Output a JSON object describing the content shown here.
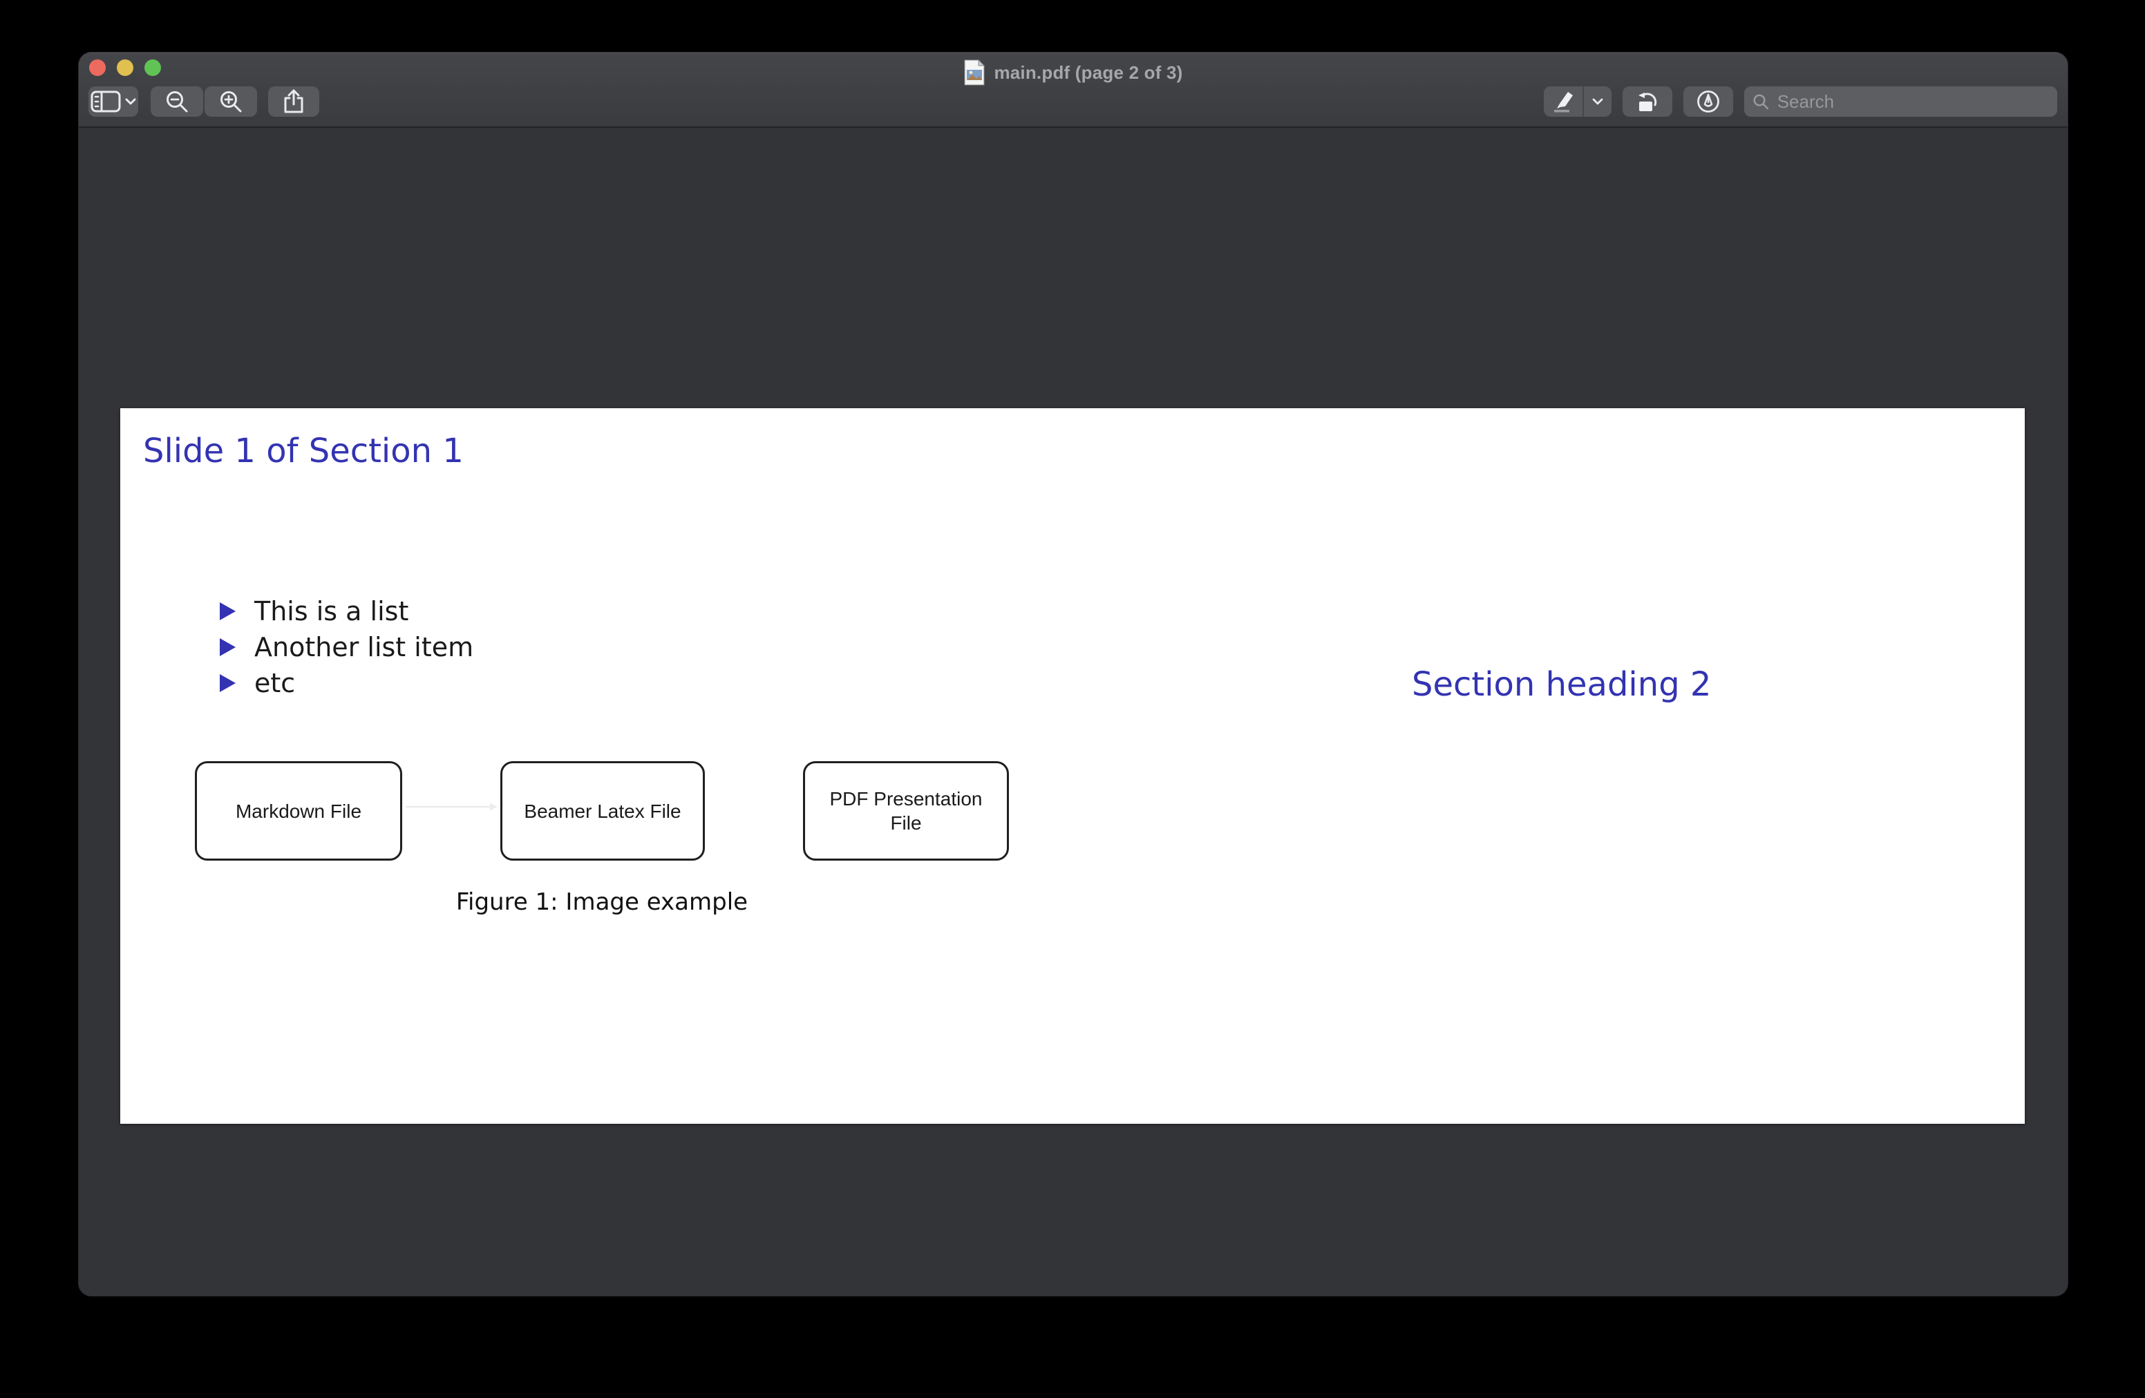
{
  "colors": {
    "beamer-blue": "#3333b2",
    "content-bg": "#333438",
    "button-bg": "#57595d",
    "title-text": "#a6a7a9",
    "placeholder": "#97989b",
    "icon": "#e9eaeb",
    "traffic-red": "#ed6a5f",
    "traffic-yellow": "#e0c04e",
    "traffic-green": "#61c355"
  },
  "window": {
    "title": "main.pdf (page 2 of 3)"
  },
  "toolbar": {
    "buttons_left": [
      {
        "name": "sidebar-toggle",
        "icon": "sidebar-panel-icon"
      },
      {
        "name": "zoom-out",
        "icon": "magnifier-minus-icon"
      },
      {
        "name": "zoom-in",
        "icon": "magnifier-plus-icon"
      },
      {
        "name": "share",
        "icon": "share-icon"
      }
    ],
    "buttons_right": [
      {
        "name": "highlight",
        "icon": "highlighter-icon"
      },
      {
        "name": "rotate-left",
        "icon": "rotate-left-icon"
      },
      {
        "name": "markup-toolbar",
        "icon": "pen-in-circle-icon"
      }
    ],
    "search": {
      "placeholder": "Search",
      "icon": "search-icon"
    }
  },
  "slide": {
    "title": "Slide 1 of Section 1",
    "list_items": [
      "This is a list",
      "Another list item",
      "etc"
    ],
    "figure": {
      "boxes": [
        {
          "label": "Markdown File"
        },
        {
          "label": "Beamer Latex File"
        },
        {
          "label": "PDF Presentation File"
        }
      ],
      "caption": "Figure 1: Image example"
    },
    "section_heading": "Section heading 2"
  }
}
